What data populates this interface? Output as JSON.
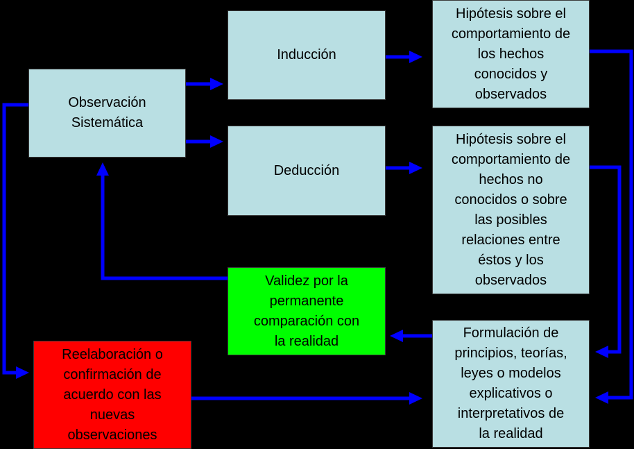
{
  "diagram": {
    "colors": {
      "background": "#000000",
      "arrow": "#0000ff",
      "box_default": "#b9dfe3",
      "box_validez": "#00ff00",
      "box_reelaboracion": "#ff0000"
    },
    "boxes": {
      "observacion": "Observación\nSistemática",
      "induccion": "Inducción",
      "deduccion": "Deducción",
      "hipotesis_conocidos": "Hipótesis sobre el\ncomportamiento de\nlos hechos\nconocidos y\nobservados",
      "hipotesis_no_conocidos": "Hipótesis sobre el\ncomportamiento de\nhechos no\nconocidos o sobre\nlas posibles\nrelaciones entre\néstos y los\nobservados",
      "validez": "Validez por la\npermanente\ncomparación con\nla realidad",
      "formulacion": "Formulación de\nprincipios, teorías,\nleyes o modelos\nexplicativos o\ninterpretativos de\nla realidad",
      "reelaboracion": "Reelaboración o\nconfirmación de\nacuerdo con las\nnuevas\nobservaciones"
    }
  }
}
